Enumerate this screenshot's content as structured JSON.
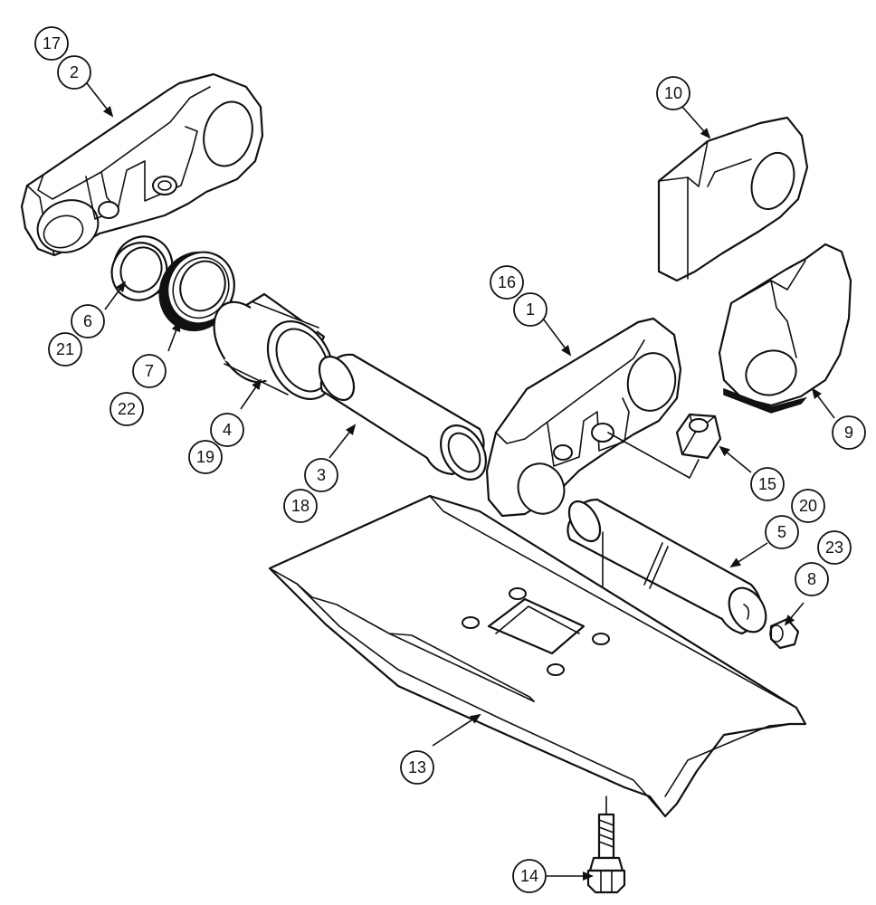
{
  "diagram": {
    "callouts": [
      {
        "id": "c17",
        "label": "17"
      },
      {
        "id": "c2",
        "label": "2"
      },
      {
        "id": "c21",
        "label": "21"
      },
      {
        "id": "c6",
        "label": "6"
      },
      {
        "id": "c7",
        "label": "7"
      },
      {
        "id": "c22",
        "label": "22"
      },
      {
        "id": "c4",
        "label": "4"
      },
      {
        "id": "c19",
        "label": "19"
      },
      {
        "id": "c3",
        "label": "3"
      },
      {
        "id": "c18",
        "label": "18"
      },
      {
        "id": "c16",
        "label": "16"
      },
      {
        "id": "c1",
        "label": "1"
      },
      {
        "id": "c10",
        "label": "10"
      },
      {
        "id": "c9",
        "label": "9"
      },
      {
        "id": "c15",
        "label": "15"
      },
      {
        "id": "c20",
        "label": "20"
      },
      {
        "id": "c5",
        "label": "5"
      },
      {
        "id": "c23",
        "label": "23"
      },
      {
        "id": "c8",
        "label": "8"
      },
      {
        "id": "c13",
        "label": "13"
      },
      {
        "id": "c14",
        "label": "14"
      }
    ]
  }
}
